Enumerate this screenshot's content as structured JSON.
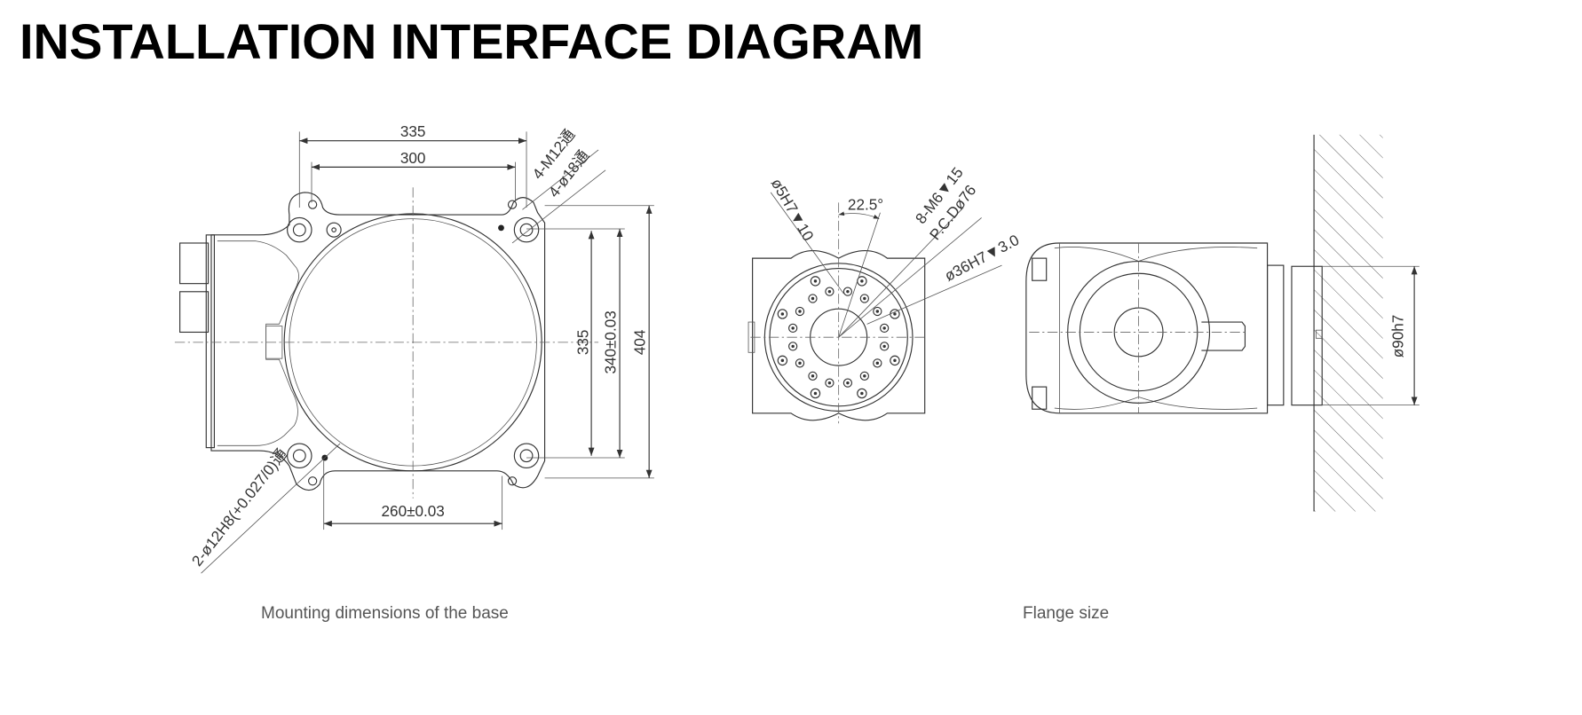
{
  "title": "INSTALLATION INTERFACE DIAGRAM",
  "base_view": {
    "caption": "Mounting dimensions of the base",
    "dims": {
      "width_outer": "335",
      "width_inner": "300",
      "height_inner": "335",
      "height_pitch": "340±0.03",
      "height_outer": "404",
      "bottom_pitch": "260±0.03"
    },
    "callouts": {
      "threaded_holes": "4-M12通",
      "through_holes": "4-ø18通",
      "pin_holes": "2-ø12H8(+0.027/0)通"
    }
  },
  "flange_view": {
    "caption": "Flange size",
    "callouts": {
      "pin_hole": "ø5H7▼10",
      "angle": "22.5°",
      "threaded_holes": "8-M6▼15",
      "pcd": "P.C.Dø76",
      "bore": "ø36H7▼3.0",
      "spigot": "ø90h7"
    }
  }
}
